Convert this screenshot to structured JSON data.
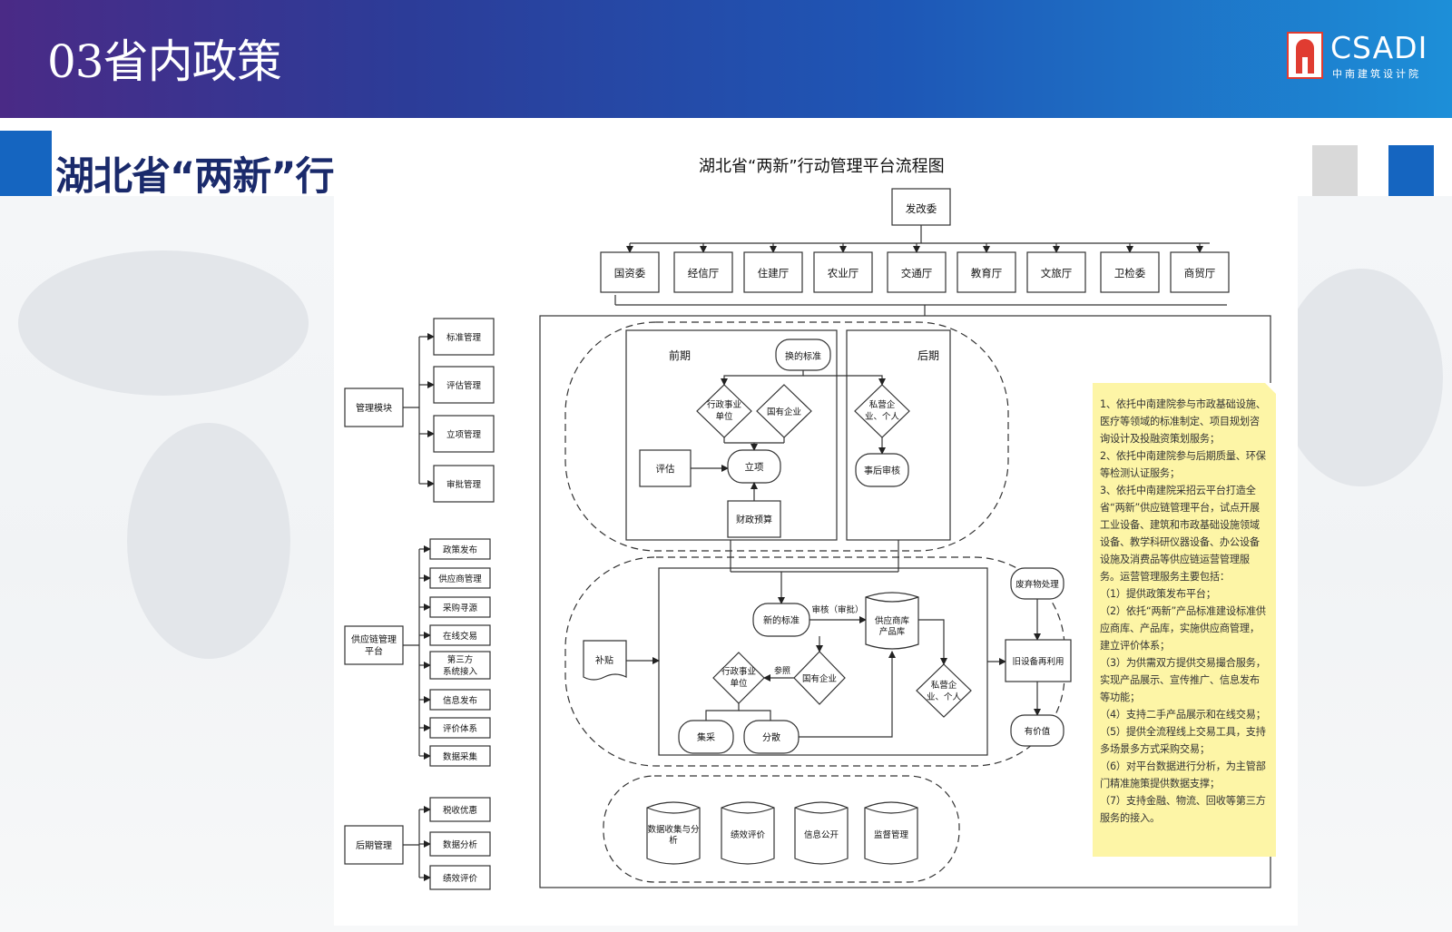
{
  "header": {
    "section_title": "03省内政策",
    "logo_text": "CSADI",
    "logo_subtitle": "中南建筑设计院"
  },
  "page_title": "湖北省“两新”行动管理平台流程图",
  "diagram": {
    "title": "湖北省“两新”行动管理平台流程图",
    "top_node": "发改委",
    "departments": [
      "国资委",
      "经信厅",
      "住建厅",
      "农业厅",
      "交通厅",
      "教育厅",
      "文旅厅",
      "卫检委",
      "商贸厅"
    ],
    "left_groups": [
      {
        "label": "管理模块",
        "items": [
          "标准管理",
          "评估管理",
          "立项管理",
          "审批管理"
        ]
      },
      {
        "label": "供应链管理平台",
        "label_lines": [
          "供应链管理",
          "平台"
        ],
        "items": [
          "政策发布",
          "供应商管理",
          "采购寻源",
          "在线交易",
          "第三方系统接入",
          "信息发布",
          "评价体系",
          "数据采集"
        ]
      },
      {
        "label": "后期管理",
        "items": [
          "税收优惠",
          "数据分析",
          "绩效评价"
        ]
      }
    ],
    "phase1": {
      "early_label": "前期",
      "late_label": "后期",
      "new_standard": "换的标准",
      "admin_unit": "行政事业单位",
      "admin_unit_lines": [
        "行政事业",
        "单位"
      ],
      "state_enterprise": "国有企业",
      "assess": "评估",
      "project": "立项",
      "budget": "财政预算",
      "private": "私营企业、个人",
      "private_lines": [
        "私营企",
        "业、个人"
      ],
      "post_review": "事后审核"
    },
    "phase2": {
      "subsidy": "补贴",
      "new_standard": "新的标准",
      "review": "审核（审批）",
      "supplier_db": "供应商库产品库",
      "supplier_db_lines": [
        "供应商库",
        "产品库"
      ],
      "admin_unit": "行政事业单位",
      "admin_unit_lines": [
        "行政事业",
        "单位"
      ],
      "participate": "参照",
      "state_enterprise": "国有企业",
      "private": "私营企业、个人",
      "private_lines": [
        "私营企",
        "业、个人"
      ],
      "central_purchase": "集采",
      "scattered": "分散",
      "waste": "废弃物处理",
      "reuse": "旧设备再利用",
      "valuable": "有价值"
    },
    "phase3": {
      "databases": [
        "数据收集与分析",
        "绩效评价",
        "信息公开",
        "监督管理"
      ],
      "db1_lines": [
        "数据收集与分",
        "析"
      ]
    }
  },
  "notes": [
    "1、依托中南建院参与市政基础设施、医疗等领域的标准制定、项目规划咨询设计及投融资策划服务；",
    "2、依托中南建院参与后期质量、环保等检测认证服务；",
    "3、依托中南建院采招云平台打造全省“两新”供应链管理平台，试点开展工业设备、建筑和市政基础设施领域设备、教学科研仪器设备、办公设备设施及消费品等供应链运营管理服务。运营管理服务主要包括：",
    "（1）提供政策发布平台；",
    "（2）依托“两新”产品标准建设标准供应商库、产品库，实施供应商管理，建立评价体系；",
    "（3）为供需双方提供交易撮合服务，实现产品展示、宣传推广、信息发布等功能；",
    "（4）支持二手产品展示和在线交易；",
    "（5）提供全流程线上交易工具，支持多场景多方式采购交易；",
    "（6）对平台数据进行分析，为主管部门精准施策提供数据支撑；",
    "（7）支持金融、物流、回收等第三方服务的接入。"
  ],
  "colors": {
    "banner_start": "#4a2a86",
    "banner_end": "#1d8fd8",
    "accent": "#1565c0",
    "title_text": "#1a2a6b",
    "notes_bg": "#fdf5a6",
    "logo_red": "#e03c31"
  }
}
